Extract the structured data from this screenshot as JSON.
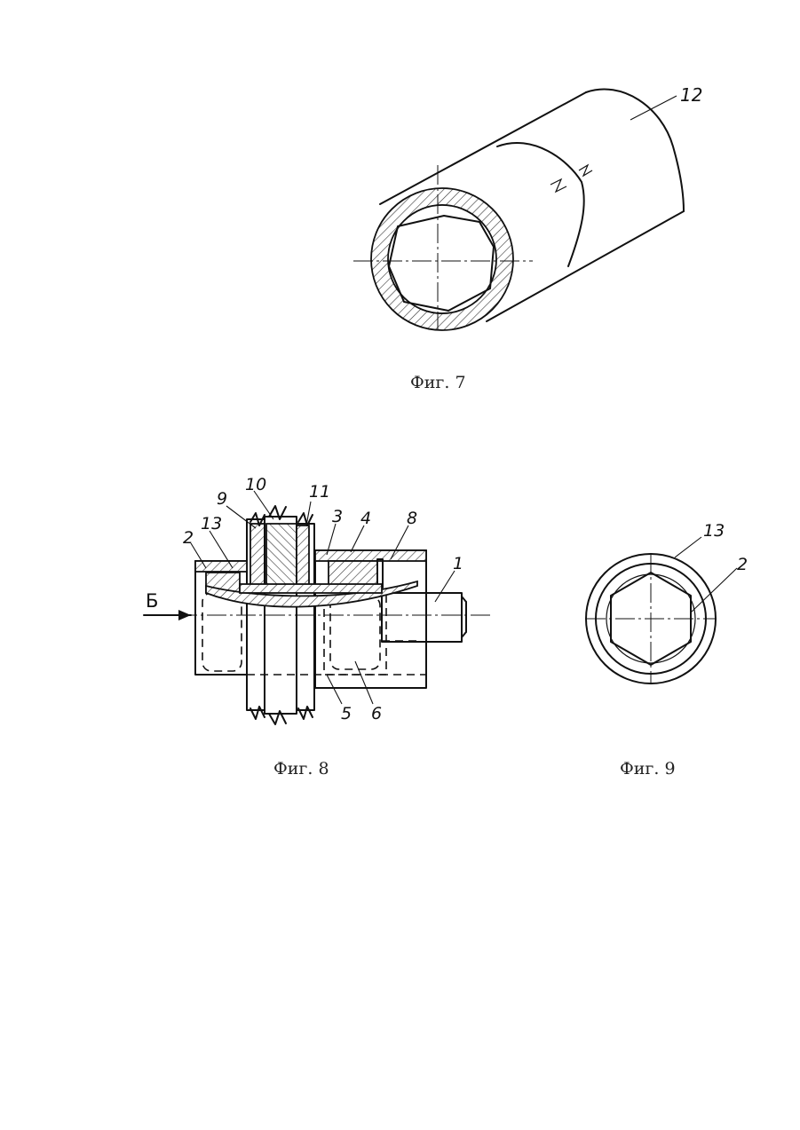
{
  "figures": [
    {
      "id": "fig7",
      "caption": "Фиг. 7",
      "labels": [
        "12"
      ]
    },
    {
      "id": "fig8",
      "caption": "Фиг. 8",
      "labels": [
        "10",
        "11",
        "9",
        "13",
        "3",
        "4",
        "8",
        "2",
        "1",
        "Б",
        "5",
        "6"
      ]
    },
    {
      "id": "fig9",
      "caption": "Фиг. 9",
      "labels": [
        "13",
        "2"
      ]
    }
  ]
}
